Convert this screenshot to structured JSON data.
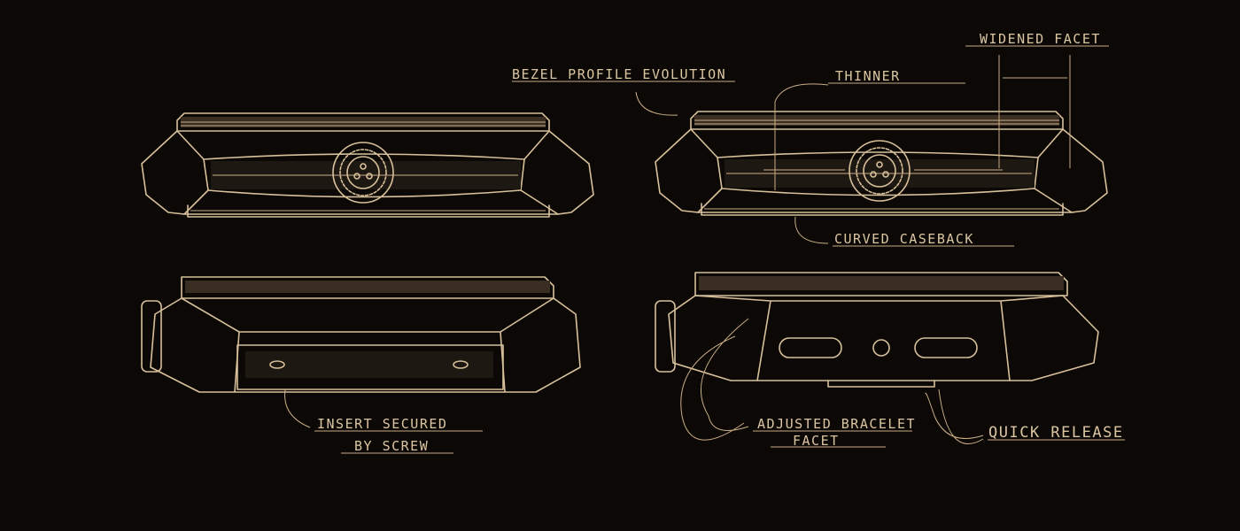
{
  "annotations": {
    "bezel_profile": "BEZEL PROFILE EVOLUTION",
    "thinner": "THINNER",
    "widened_facet": "WIDENED FACET",
    "curved_caseback": "CURVED CASEBACK",
    "insert_line1": "INSERT SECURED",
    "insert_line2": "BY SCREW",
    "bracelet_line1": "ADJUSTED BRACELET",
    "bracelet_line2": "FACET",
    "quick_release": "QUICK RELEASE"
  },
  "colors": {
    "background": "#0b0805",
    "ink": "#d8c09a"
  }
}
